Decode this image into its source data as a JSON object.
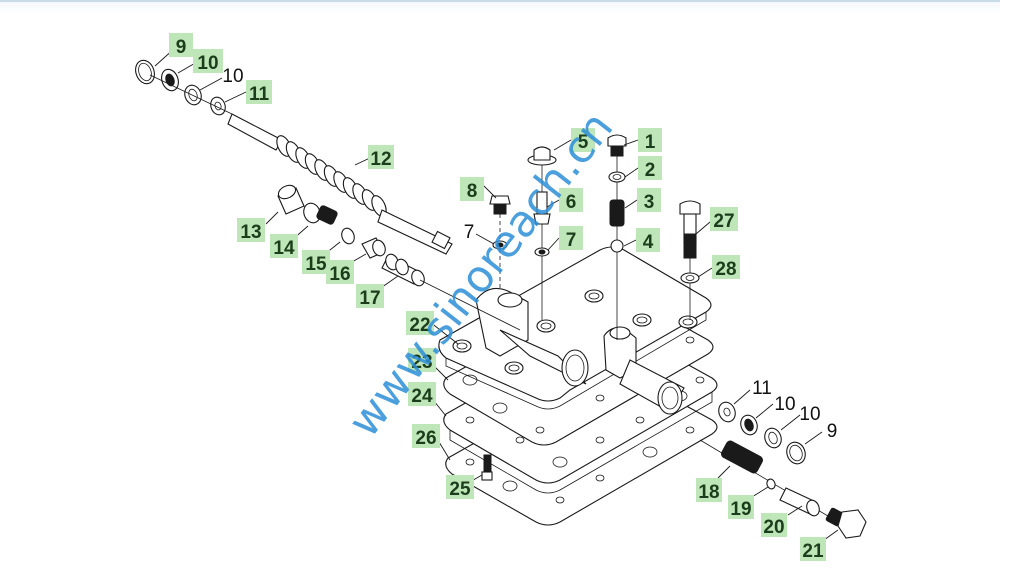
{
  "diagram": {
    "type": "exploded-parts-diagram",
    "subject": "transmission control valve assembly",
    "watermark": "www.sinoreach.cn",
    "colors": {
      "label_highlight": "#bfe6b8",
      "label_text": "#1b3d1b",
      "line_art": "#1a1a1a",
      "watermark": "#2d8fd8"
    },
    "callouts": [
      {
        "id": "c9a",
        "number": "9",
        "highlighted": true,
        "part": "snap-ring"
      },
      {
        "id": "c10a",
        "number": "10",
        "highlighted": true,
        "part": "seal-retainer"
      },
      {
        "id": "c10b",
        "number": "10",
        "highlighted": false,
        "part": "seal-retainer"
      },
      {
        "id": "c11a",
        "number": "11",
        "highlighted": true,
        "part": "washer"
      },
      {
        "id": "c12",
        "number": "12",
        "highlighted": true,
        "part": "spool-valve"
      },
      {
        "id": "c13",
        "number": "13",
        "highlighted": true,
        "part": "sleeve"
      },
      {
        "id": "c14",
        "number": "14",
        "highlighted": true,
        "part": "plug"
      },
      {
        "id": "c15",
        "number": "15",
        "highlighted": true,
        "part": "o-ring"
      },
      {
        "id": "c16",
        "number": "16",
        "highlighted": true,
        "part": "spacer"
      },
      {
        "id": "c17",
        "number": "17",
        "highlighted": true,
        "part": "spool"
      },
      {
        "id": "c8",
        "number": "8",
        "highlighted": true,
        "part": "bolt"
      },
      {
        "id": "c7a",
        "number": "7",
        "highlighted": false,
        "part": "washer"
      },
      {
        "id": "c5",
        "number": "5",
        "highlighted": true,
        "part": "cap"
      },
      {
        "id": "c6",
        "number": "6",
        "highlighted": true,
        "part": "valve-pin"
      },
      {
        "id": "c7b",
        "number": "7",
        "highlighted": true,
        "part": "washer"
      },
      {
        "id": "c1",
        "number": "1",
        "highlighted": true,
        "part": "plug-bolt"
      },
      {
        "id": "c2",
        "number": "2",
        "highlighted": true,
        "part": "washer"
      },
      {
        "id": "c3",
        "number": "3",
        "highlighted": true,
        "part": "spring"
      },
      {
        "id": "c4",
        "number": "4",
        "highlighted": true,
        "part": "ball"
      },
      {
        "id": "c27",
        "number": "27",
        "highlighted": true,
        "part": "bolt"
      },
      {
        "id": "c28",
        "number": "28",
        "highlighted": true,
        "part": "washer"
      },
      {
        "id": "c22",
        "number": "22",
        "highlighted": true,
        "part": "valve-body"
      },
      {
        "id": "c23",
        "number": "23",
        "highlighted": true,
        "part": "gasket"
      },
      {
        "id": "c24",
        "number": "24",
        "highlighted": true,
        "part": "plate"
      },
      {
        "id": "c26",
        "number": "26",
        "highlighted": true,
        "part": "gasket"
      },
      {
        "id": "c25",
        "number": "25",
        "highlighted": true,
        "part": "stud"
      },
      {
        "id": "c11b",
        "number": "11",
        "highlighted": false,
        "part": "washer"
      },
      {
        "id": "c10c",
        "number": "10",
        "highlighted": false,
        "part": "seal-retainer"
      },
      {
        "id": "c10d",
        "number": "10",
        "highlighted": false,
        "part": "seal-retainer"
      },
      {
        "id": "c9b",
        "number": "9",
        "highlighted": false,
        "part": "snap-ring"
      },
      {
        "id": "c18",
        "number": "18",
        "highlighted": true,
        "part": "spring"
      },
      {
        "id": "c19",
        "number": "19",
        "highlighted": true,
        "part": "washer"
      },
      {
        "id": "c20",
        "number": "20",
        "highlighted": true,
        "part": "piston"
      },
      {
        "id": "c21",
        "number": "21",
        "highlighted": true,
        "part": "plug-bolt"
      }
    ]
  }
}
